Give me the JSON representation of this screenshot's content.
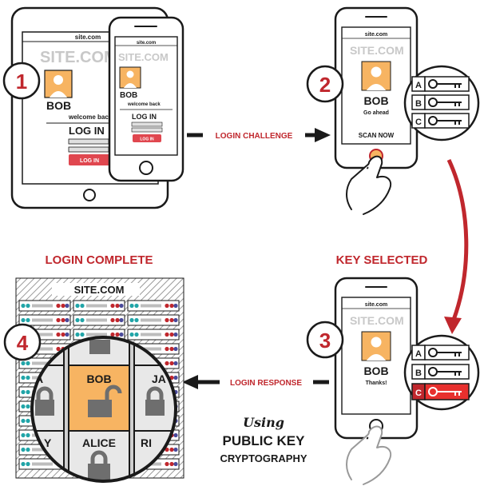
{
  "steps": [
    {
      "number": "1"
    },
    {
      "number": "2"
    },
    {
      "number": "3"
    },
    {
      "number": "4"
    }
  ],
  "site": {
    "url": "site.com",
    "logo": "SITE.COM"
  },
  "user": {
    "name": "BOB",
    "welcome": "welcome back",
    "login_heading": "LOG IN",
    "login_button": "LOG IN",
    "go_ahead": "Go ahead",
    "scan_now": "SCAN NOW",
    "thanks": "Thanks!"
  },
  "arrows": {
    "challenge": "LOGIN CHALLENGE",
    "response": "LOGIN RESPONSE"
  },
  "keys": {
    "step2": [
      "A",
      "B",
      "C"
    ],
    "step3": [
      "A",
      "B",
      "C"
    ],
    "selected": "C"
  },
  "headings": {
    "key_selected": "KEY SELECTED",
    "login_complete": "LOGIN COMPLETE"
  },
  "server": {
    "site": "SITE.COM",
    "users": [
      "BOB",
      "ALICE",
      "A",
      "JA",
      "Y",
      "RI"
    ]
  },
  "caption": {
    "using": "Using",
    "line1": "PUBLIC KEY",
    "line2": "CRYPTOGRAPHY"
  },
  "colors": {
    "accent": "#c0272d",
    "ink": "#1a1a1a",
    "gray": "#bdbdbd",
    "avatar": "#f7b462",
    "teal": "#21a5a8"
  }
}
